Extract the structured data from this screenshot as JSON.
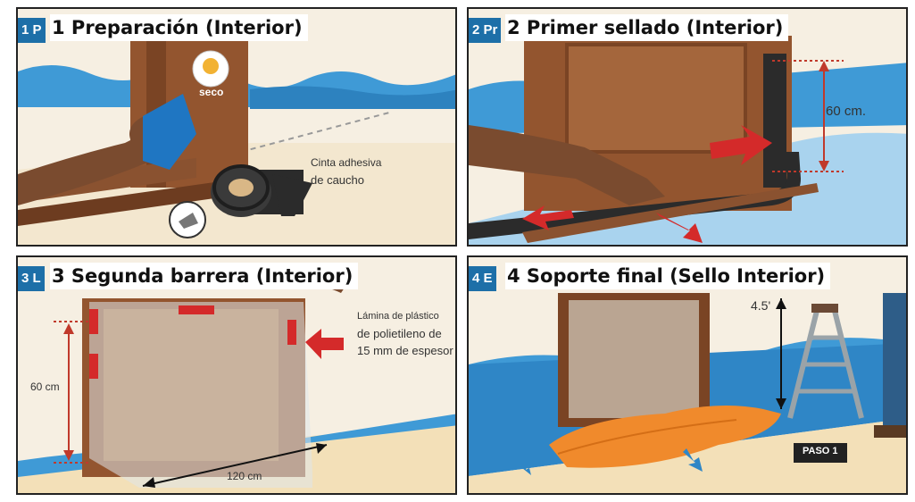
{
  "panels": [
    {
      "tag": "1 P",
      "title": "1 Preparación (Interior)",
      "sun_label": "seco",
      "tape_label_1": "Cinta adhesiva",
      "tape_label_2": "de caucho"
    },
    {
      "tag": "2 Pr",
      "title": "2 Primer sellado (Interior)",
      "measure": "60 cm."
    },
    {
      "tag": "3 L",
      "title": "3 Segunda barrera (Interior)",
      "sheet_label_1": "Lámina de plástico",
      "sheet_label_2": "de polietileno de",
      "sheet_label_3": "15 mm de espesor",
      "height": "60 cm",
      "width": "120 cm"
    },
    {
      "tag": "4 E",
      "title": "4 Soporte final (Sello Interior)",
      "height": "4.5'",
      "badge": "PASO 1"
    }
  ],
  "colors": {
    "water": "#3f9ad6",
    "wood": "#8a5230",
    "arrow": "#d42a2a",
    "tape": "#2b2b2b",
    "sandbag": "#f08a2c",
    "tag": "#1d6fa8"
  }
}
